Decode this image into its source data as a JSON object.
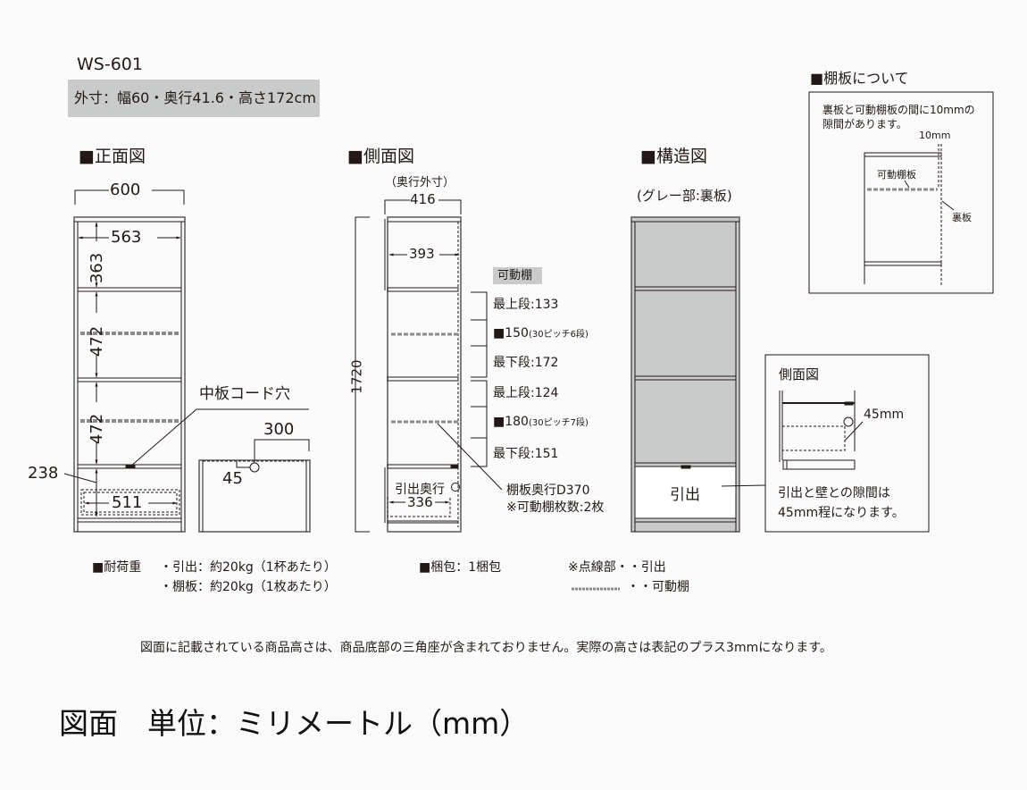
{
  "header": {
    "model": "WS-601",
    "outer_dims": "外寸：幅60・奥行41.6・高さ172cm"
  },
  "front_view": {
    "title": "■正面図",
    "width_outer": "600",
    "width_inner": "563",
    "heights": [
      "363",
      "472",
      "472"
    ],
    "drawer_height": "238",
    "drawer_width": "511",
    "cord_hole_label": "中板コード穴",
    "cord_hole_x": "300",
    "cord_hole_y": "45"
  },
  "side_view": {
    "title": "■側面図",
    "depth_caption": "（奥行外寸）",
    "depth_outer": "416",
    "depth_inner": "393",
    "height": "1720",
    "drawer_depth_label": "引出奥行",
    "drawer_depth": "336",
    "movable_shelf_badge": "可動棚",
    "upper_section": {
      "top": "最上段:133",
      "pitch": "■150",
      "pitch_note": "(30ピッチ6段)",
      "bottom": "最下段:172"
    },
    "lower_section": {
      "top": "最上段:124",
      "pitch": "■180",
      "pitch_note": "(30ピッチ7段)",
      "bottom": "最下段:151"
    },
    "shelf_depth": "棚板奥行D370",
    "shelf_count": "※可動棚枚数:2枚"
  },
  "structure_view": {
    "title": "■構造図",
    "caption": "(グレー部:裏板)",
    "drawer_label": "引出",
    "back_panel_color": "#c9caca"
  },
  "shelf_note": {
    "title": "■棚板について",
    "text_line1": "裏板と可動棚板の間に10mmの",
    "text_line2": "隙間があります。",
    "gap_label": "10mm",
    "shelf_label": "可動棚板",
    "back_label": "裏板"
  },
  "drawer_gap_note": {
    "title": "側面図",
    "gap_label": "45mm",
    "text_line1": "引出と壁との隙間は",
    "text_line2": "45mm程になります。"
  },
  "specs": {
    "load_title": "■耐荷重",
    "load_drawer": "・引出：約20kg（1杯あたり）",
    "load_shelf": "・棚板：約20kg（1枚あたり）",
    "package": "■梱包：1梱包",
    "legend_title": "※点線部・・引出",
    "legend_shelf": "・・可動棚"
  },
  "footnote": "図面に記載されている商品高さは、商品底部の三角座が含まれておりません。実際の高さは表記のプラス3mmになります。",
  "unit_title": "図面　単位：ミリメートル（mm）"
}
